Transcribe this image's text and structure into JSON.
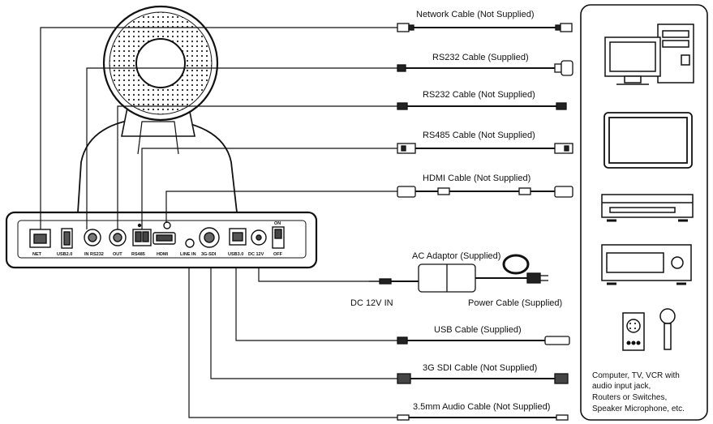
{
  "cables": {
    "network": "Network Cable (Not Supplied)",
    "rs232_supplied": "RS232 Cable (Supplied)",
    "rs232_not_supplied": "RS232 Cable (Not Supplied)",
    "rs485": "RS485 Cable (Not Supplied)",
    "hdmi": "HDMI Cable (Not Supplied)",
    "usb": "USB Cable (Supplied)",
    "sdi": "3G SDI Cable (Not Supplied)",
    "audio": "3.5mm Audio Cable (Not Supplied)"
  },
  "power": {
    "adaptor": "AC Adaptor (Supplied)",
    "dc_in": "DC 12V IN",
    "power_cable": "Power Cable (Supplied)"
  },
  "ports": {
    "net": "NET",
    "usb2": "USB2.0",
    "in_rs232": "IN  RS232",
    "out": "OUT",
    "rs485": "RS485",
    "hdmi": "HDMI",
    "line_in": "LINE IN",
    "sdi": "3G-SDI",
    "usb3": "USB3.0",
    "dc12v": "DC 12V",
    "off": "OFF",
    "on": "ON"
  },
  "devices_caption": [
    "Computer, TV, VCR with",
    "audio input jack,",
    "Routers or Switches,",
    "Speaker Microphone, etc."
  ]
}
